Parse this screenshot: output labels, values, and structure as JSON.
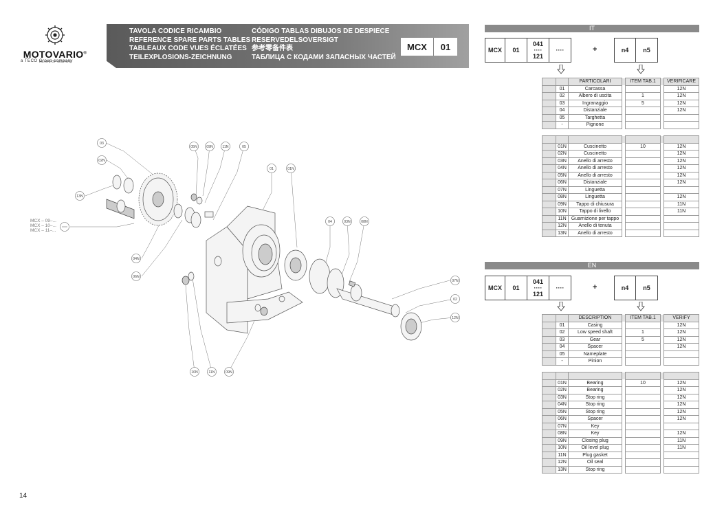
{
  "brand": {
    "name": "MOTOVARIO",
    "registered": "®",
    "tagline": "HEART OF MOTION",
    "group": "a TECO Group company"
  },
  "header": {
    "col1": [
      "TAVOLA CODICE RICAMBIO",
      "REFERENCE SPARE PARTS TABLES",
      "TABLEAUX CODE VUES ÉCLATÉES",
      "TEILEXPLOSIONS-ZEICHNUNG"
    ],
    "col2": [
      "CÓDIGO TABLAS DIBUJOS DE DESPIECE",
      "RESERVEDELSOVERSIGT",
      "参考零备件表",
      "ТАБЛИЦА С КОДАМИ ЗАПАСНЫХ ЧАСТЕЙ"
    ],
    "model": "MCX",
    "code": "01"
  },
  "code_row": {
    "model": "MCX",
    "group": "01",
    "size_top": "041",
    "size_mid": "····",
    "size_bottom": "121",
    "dots": "····",
    "plus": "+",
    "n4": "n4",
    "n5": "n5"
  },
  "sections": {
    "it": {
      "label": "IT",
      "headers": [
        "PARTICOLARI",
        "ITEM TAB.1",
        "VERIFICARE"
      ],
      "main_rows": [
        [
          "01",
          "Carcassa",
          "",
          "12N"
        ],
        [
          "02",
          "Albero di uscita",
          "1",
          "12N"
        ],
        [
          "03",
          "Ingranaggio",
          "5",
          "12N"
        ],
        [
          "04",
          "Distanziale",
          "",
          "12N"
        ],
        [
          "05",
          "Targhetta",
          "",
          ""
        ],
        [
          "-",
          "Pignone",
          "",
          ""
        ]
      ],
      "n_rows": [
        [
          "01N",
          "Cuscinetto",
          "10",
          "12N"
        ],
        [
          "02N",
          "Cuscinetto",
          "",
          "12N"
        ],
        [
          "03N",
          "Anello di arresto",
          "",
          "12N"
        ],
        [
          "04N",
          "Anello di arresto",
          "",
          "12N"
        ],
        [
          "05N",
          "Anello di arresto",
          "",
          "12N"
        ],
        [
          "06N",
          "Distanziale",
          "",
          "12N"
        ],
        [
          "07N",
          "Linguetta",
          "",
          ""
        ],
        [
          "08N",
          "Linguetta",
          "",
          "12N"
        ],
        [
          "09N",
          "Tappo di chiusura",
          "",
          "11N"
        ],
        [
          "10N",
          "Tappo di livello",
          "",
          "11N"
        ],
        [
          "11N",
          "Guarnizione per tappo",
          "",
          ""
        ],
        [
          "12N",
          "Anello di tenuta",
          "",
          ""
        ],
        [
          "13N",
          "Anello di arresto",
          "",
          ""
        ]
      ]
    },
    "en": {
      "label": "EN",
      "headers": [
        "DESCRIPTION",
        "ITEM TAB.1",
        "VERIFY"
      ],
      "main_rows": [
        [
          "01",
          "Casing",
          "",
          "12N"
        ],
        [
          "02",
          "Low speed shaft",
          "1",
          "12N"
        ],
        [
          "03",
          "Gear",
          "5",
          "12N"
        ],
        [
          "04",
          "Spacer",
          "",
          "12N"
        ],
        [
          "05",
          "Nameplate",
          "",
          ""
        ],
        [
          "-",
          "Pinion",
          "",
          ""
        ]
      ],
      "n_rows": [
        [
          "01N",
          "Bearing",
          "10",
          "12N"
        ],
        [
          "02N",
          "Bearing",
          "",
          "12N"
        ],
        [
          "03N",
          "Stop ring",
          "",
          "12N"
        ],
        [
          "04N",
          "Stop ring",
          "",
          "12N"
        ],
        [
          "05N",
          "Stop ring",
          "",
          "12N"
        ],
        [
          "06N",
          "Spacer",
          "",
          "12N"
        ],
        [
          "07N",
          "Key",
          "",
          ""
        ],
        [
          "08N",
          "Key",
          "",
          "12N"
        ],
        [
          "09N",
          "Closing plug",
          "",
          "11N"
        ],
        [
          "10N",
          "Oil level plug",
          "",
          "11N"
        ],
        [
          "11N",
          "Plug gasket",
          "",
          ""
        ],
        [
          "12N",
          "Oil seal",
          "",
          ""
        ],
        [
          "13N",
          "Stop ring",
          "",
          ""
        ]
      ]
    }
  },
  "drawing": {
    "callouts": [
      "03",
      "02N",
      "13N",
      "05N",
      "09N",
      "11N",
      "05",
      "01",
      "01N",
      "04",
      "03N",
      "08N",
      "07N",
      "02",
      "12N",
      "04N",
      "06N",
      "10N",
      "11N",
      "09N"
    ],
    "mcx_labels": [
      "MCX – 09–...",
      "MCX – 10–...",
      "MCX – 11–..."
    ]
  },
  "page_number": "14"
}
